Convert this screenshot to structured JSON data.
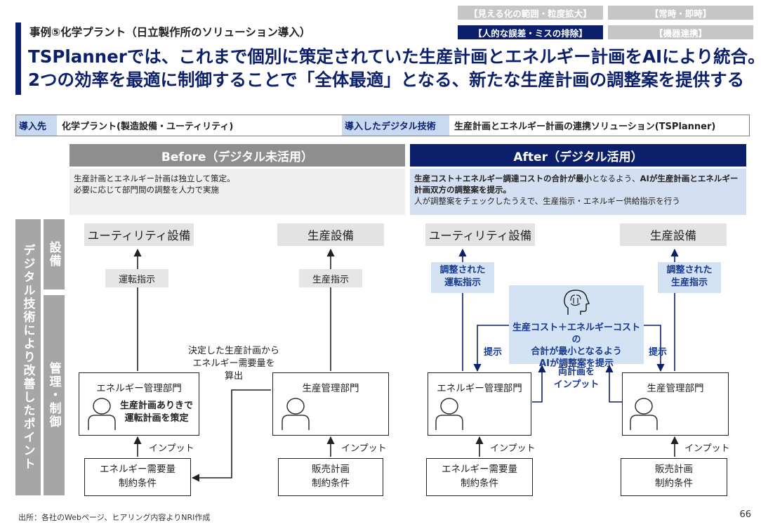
{
  "tags": [
    "【見える化の範囲・粒度拡大】",
    "【常時・即時】",
    "【人的な誤差・ミスの排除】",
    "【機器連携】"
  ],
  "case_title": "事例⑤化学プラント（日立製作所のソリューション導入）",
  "headline": [
    "TSPlannerでは、これまで個別に策定されていた生産計画とエネルギー計画をAIにより統合。",
    "2つの効率を最適に制御することで「全体最適」となる、新たな生産計画の調整案を提供する"
  ],
  "info": {
    "label1": "導入先",
    "value1": "化学プラント(製造設備・ユーティリティ)",
    "label2": "導入したデジタル技術",
    "value2": "生産計画とエネルギー計画の連携ソリューション(TSPlanner)"
  },
  "before": {
    "title": "Before（デジタル未活用）",
    "desc": [
      "生産計画とエネルギー計画は独立して策定。",
      "必要に応じて部門間の調整を人力で実施"
    ]
  },
  "after": {
    "title": "After（デジタル活用）",
    "desc_bold1": "生産コスト＋エネルギー調達コストの合計が最小",
    "desc_mid": "となるよう、",
    "desc_bold2": "AIが生産計画とエネルギー計画双方の調整案を提示。",
    "desc_line2": "人が調整案をチェックしたうえで、生産指示・エネルギー供給指示を行う"
  },
  "side": {
    "main": "デジタル技術により改善したポイント",
    "equip": "設備",
    "mgmt": "管理・制御"
  },
  "diagram": {
    "utility": "ユーティリティ設備",
    "production": "生産設備",
    "op_instr": "運転指示",
    "prod_instr": "生産指示",
    "adj_op": [
      "調整された",
      "運転指示"
    ],
    "adj_prod": [
      "調整された",
      "生産指示"
    ],
    "energy_dept": "エネルギー管理部門",
    "prod_dept": "生産管理部門",
    "before_note": [
      "生産計画ありきで",
      "運転計画を策定"
    ],
    "decided": [
      "決定した生産計画から",
      "エネルギー需要量を",
      "算出"
    ],
    "input": "インプット",
    "energy_src": [
      "エネルギー需要量",
      "制約条件"
    ],
    "sales_src": [
      "販売計画",
      "制約条件"
    ],
    "ai_box": [
      "生産コスト＋エネルギーコストの",
      "合計が最小となるよう",
      "AIが調整案を提示"
    ],
    "present": "提示",
    "both_input": [
      "両計画を",
      "インプット"
    ]
  },
  "footer": {
    "source": "出所：各社のWebページ、ヒアリング内容よりNRI作成",
    "page": "66"
  }
}
